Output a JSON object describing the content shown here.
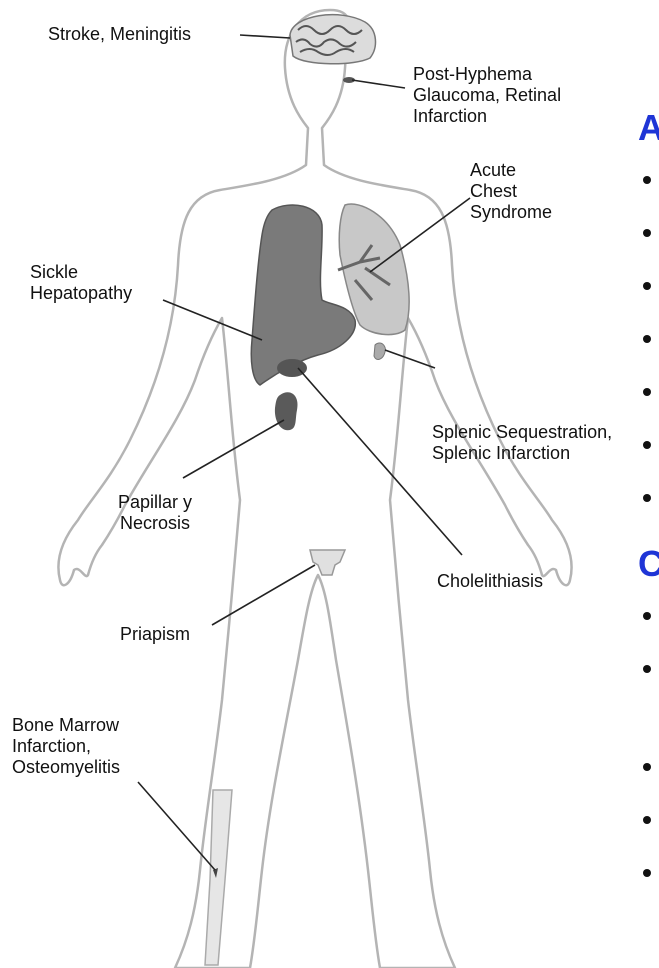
{
  "labels": {
    "stroke": [
      "Stroke, Meningitis"
    ],
    "eye": [
      "Post-Hyphema",
      "Glaucoma, Retinal",
      "Infarction"
    ],
    "chest": [
      "Acute",
      "Chest",
      "Syndrome"
    ],
    "liver": [
      "Sickle",
      "Hepatopathy"
    ],
    "spleen": [
      "Splenic Sequestration,",
      "Splenic Infarction"
    ],
    "kidney": [
      "Papillar y",
      "Necrosis"
    ],
    "gallbladder": [
      "Cholelithiasis"
    ],
    "priapism": [
      "Priapism"
    ],
    "bone": [
      "Bone Marrow",
      "Infarction,",
      "Osteomyelitis"
    ]
  },
  "right_slide": {
    "heading_1": "A",
    "heading_2": "C"
  },
  "colors": {
    "outline": "#b4b4b4",
    "organ_dark": "#6e6e6e",
    "organ_light": "#c8c8c8",
    "leader": "#222222",
    "heading": "#1f35d6"
  }
}
